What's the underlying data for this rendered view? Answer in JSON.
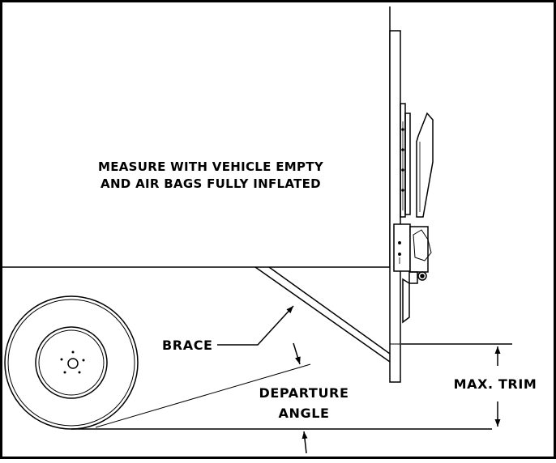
{
  "diagram": {
    "note_line1": "MEASURE WITH VEHICLE EMPTY",
    "note_line2": "AND AIR BAGS FULLY INFLATED",
    "brace_label": "BRACE",
    "departure_line1": "DEPARTURE",
    "departure_line2": "ANGLE",
    "trim_label": "MAX. TRIM"
  }
}
